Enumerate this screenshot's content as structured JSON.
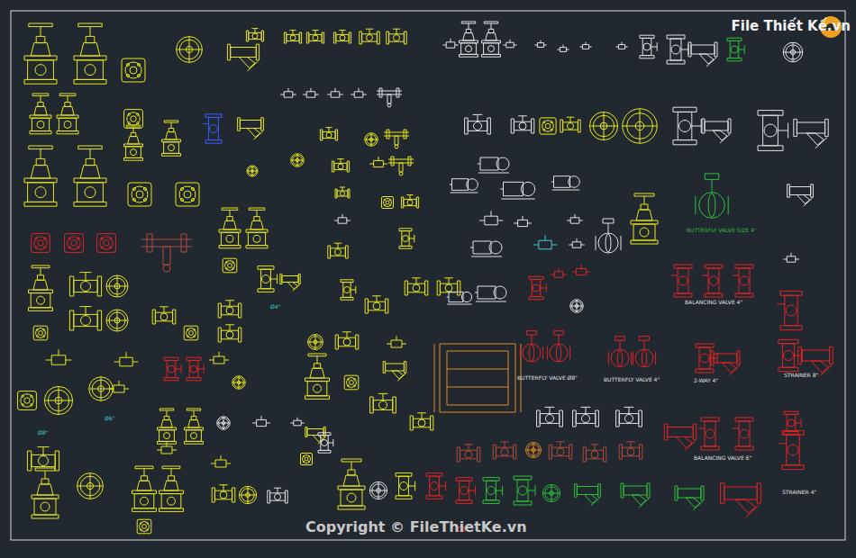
{
  "diagram": {
    "labels": [
      "File Thiết Kế.vn",
      "BUTTERFLY VALVE SIZE 4\"",
      "BALANCING VALVE 4\"",
      "BUTTERFLY VALVE Ø8\"",
      "BUTTERFLY VALVE 4\"",
      "2-WAY 4\"",
      "STRAINER 8\"",
      "BALANCING VALVE 6\"",
      "STRAINER 4\"",
      "Ø4\"",
      "Ø6\"",
      "Ø8\"",
      "Copyright © FileThietKe.vn"
    ]
  }
}
